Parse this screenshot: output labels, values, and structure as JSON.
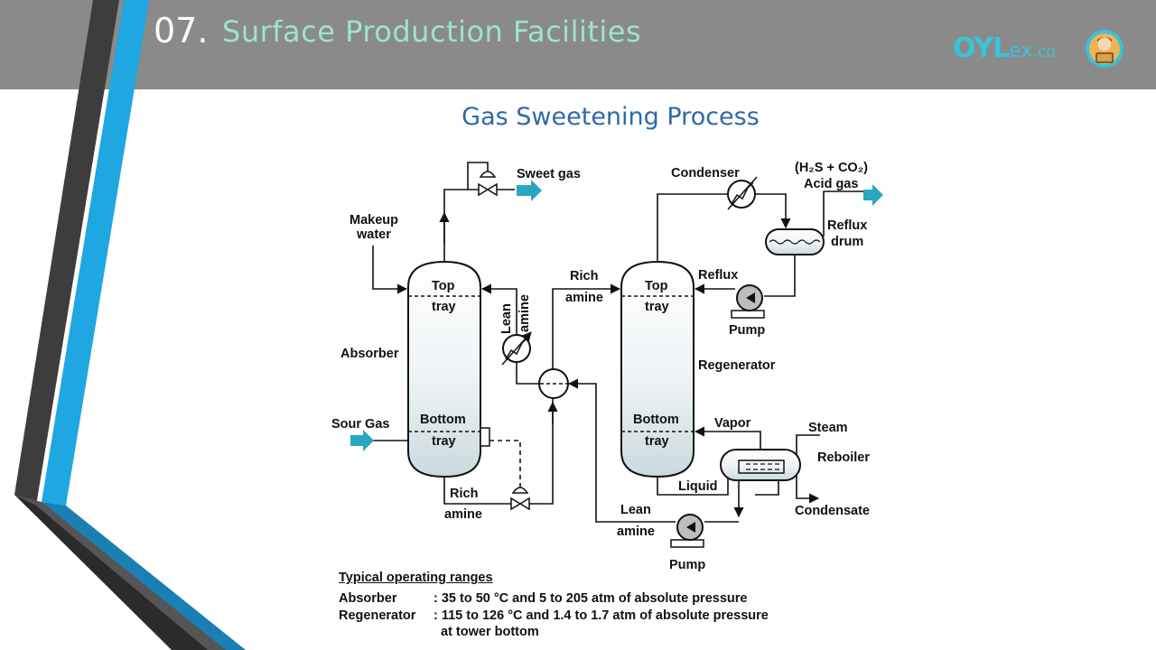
{
  "header": {
    "slide_number": "07.",
    "title": "Surface Production Facilities"
  },
  "brand": {
    "logo_main": "OYL",
    "logo_sub": "ex",
    "logo_tld": ".co"
  },
  "diagram": {
    "title": "Gas Sweetening Process",
    "labels": {
      "sweet_gas": "Sweet gas",
      "makeup_water_1": "Makeup",
      "makeup_water_2": "water",
      "absorber": "Absorber",
      "sour_gas": "Sour Gas",
      "top": "Top",
      "tray": "tray",
      "bottom": "Bottom",
      "rich_1": "Rich",
      "amine": "amine",
      "lean": "Lean",
      "condenser": "Condenser",
      "acid_formula": "(H₂S + CO₂)",
      "acid_gas": "Acid gas",
      "reflux_drum_1": "Reflux",
      "reflux_drum_2": "drum",
      "reflux": "Reflux",
      "pump": "Pump",
      "regenerator": "Regenerator",
      "vapor": "Vapor",
      "steam": "Steam",
      "reboiler": "Reboiler",
      "liquid": "Liquid",
      "condensate": "Condensate"
    }
  },
  "operating_ranges": {
    "title": "Typical operating ranges",
    "rows": [
      {
        "name": "Absorber",
        "value": ": 35 to 50 °C and 5 to 205 atm of absolute pressure"
      },
      {
        "name": "Regenerator",
        "value": ": 115 to 126 °C and 1.4 to 1.7 atm of absolute pressure"
      }
    ],
    "continuation": "at tower bottom"
  },
  "colors": {
    "header_bg": "#8a8a8a",
    "title_text": "#9ee3cf",
    "accent_blue": "#1ea7e0",
    "dark_stripe": "#3a3a3a",
    "diagram_title": "#2e6aa7",
    "arrow_teal": "#2aa7c0"
  }
}
